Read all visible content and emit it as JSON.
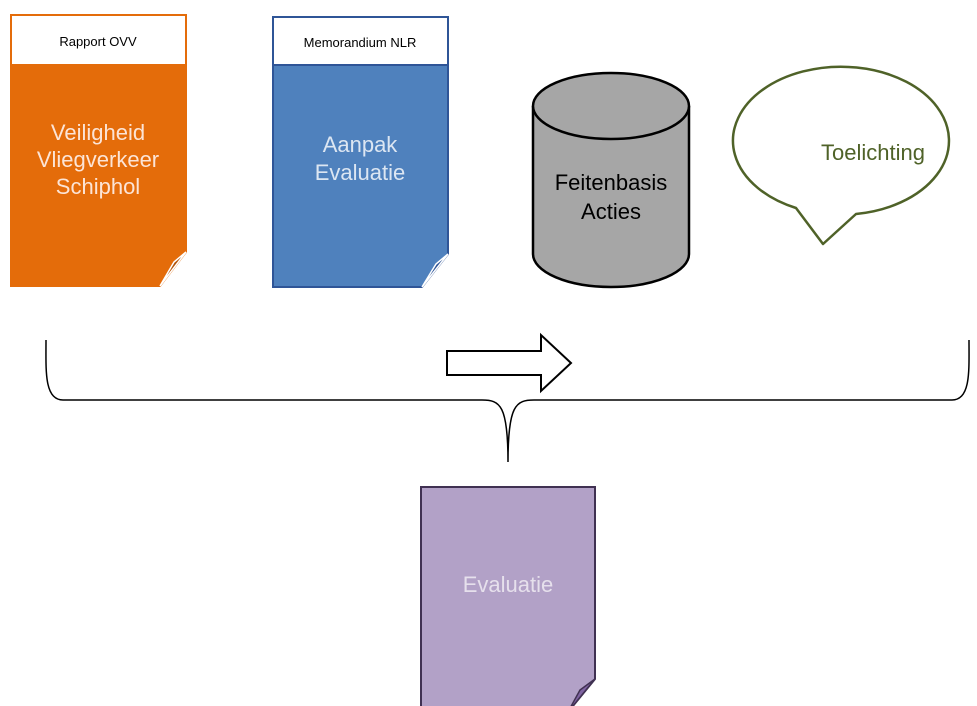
{
  "documents": {
    "rapport": {
      "header": "Rapport OVV",
      "title_lines": [
        "Veiligheid",
        "Vliegverkeer",
        "Schiphol"
      ],
      "fill": "#E46C0A",
      "text_color": "#FCE4D6"
    },
    "memorandum": {
      "header": "Memorandium NLR",
      "title_lines": [
        "Aanpak",
        "Evaluatie"
      ],
      "fill": "#4F81BD",
      "text_color": "#DCE6F2"
    },
    "evaluatie": {
      "title": "Evaluatie",
      "fill": "#B2A1C7",
      "text_color": "#E6E0EC"
    }
  },
  "database": {
    "title_lines": [
      "Feitenbasis",
      "Acties"
    ],
    "fill": "#A6A6A6"
  },
  "callout": {
    "text": "Toelichting",
    "color": "#4F6228"
  },
  "connector": {
    "arrow_icon": "right-arrow-icon",
    "brace_icon": "curly-brace-icon"
  }
}
